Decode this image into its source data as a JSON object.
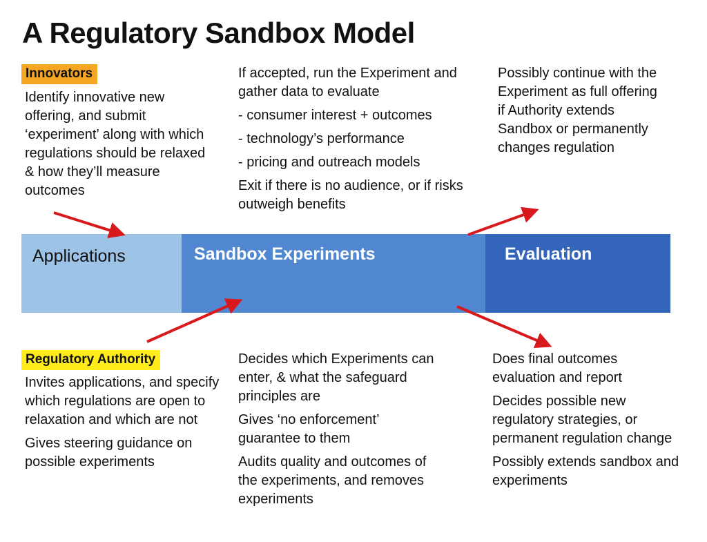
{
  "title": "A Regulatory Sandbox Model",
  "colors": {
    "innovators_tag": "#f5a623",
    "regulatory_tag": "#ffec1a",
    "applications_band": "#9dc3e6",
    "sandbox_band": "#5087d0",
    "evaluation_band": "#3366bb",
    "arrow": "#d7191c"
  },
  "stages": {
    "applications": "Applications",
    "sandbox": "Sandbox Experiments",
    "evaluation": "Evaluation"
  },
  "innovators": {
    "tag": "Innovators",
    "apply_text": "Identify innovative new offering, and submit ‘experiment’ along with which regulations should be relaxed & how they’ll measure outcomes",
    "experiment_intro": "If accepted, run the Experiment and gather data to evaluate",
    "experiment_items": [
      "- consumer interest + outcomes",
      "- technology’s performance",
      "- pricing and outreach models"
    ],
    "experiment_exit": "Exit if there is no audience, or if risks outweigh benefits",
    "continue_text": "Possibly continue with the Experiment as full offering if Authority extends Sandbox or permanently changes regulation"
  },
  "regulatory_authority": {
    "tag": "Regulatory Authority",
    "applications_text": [
      "Invites applications, and specify which regulations are open to relaxation and which are not",
      "Gives steering guidance on possible experiments"
    ],
    "sandbox_text": [
      "Decides which Experiments can enter, & what the safeguard principles are",
      "Gives ‘no enforcement’ guarantee to them",
      "Audits quality and outcomes of the experiments, and removes experiments"
    ],
    "evaluation_text": [
      "Does final outcomes evaluation and report",
      "Decides possible new regulatory strategies, or permanent regulation change",
      "Possibly extends sandbox and experiments"
    ]
  }
}
